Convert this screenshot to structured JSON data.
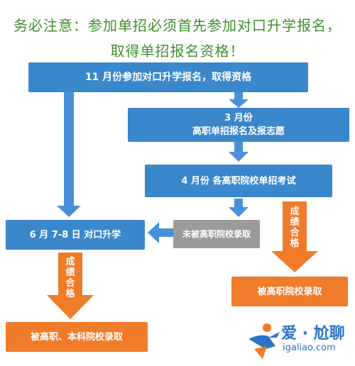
{
  "notice": {
    "line1": "务必注意：参加单招必须首先参加对口升学报名，",
    "line2": "取得单招报名资格！"
  },
  "steps": {
    "step1": "11 月份参加对口升学报名，取得资格",
    "step2_line1": "3 月份",
    "step2_line2": "高职单招报名及报志愿",
    "step3": "4 月份  各高职院校单招考试",
    "not_admitted": "未被高职院校录取",
    "duikou": "6 月 7-8 日  对口升学",
    "admitted_vocational": "被高职院校录取",
    "admitted_final": "被高职、本科院校录取"
  },
  "arrow_labels": {
    "right_orange": "成\n绩\n合\n格",
    "bottom_orange": "成\n绩\n合\n格"
  },
  "watermark": {
    "brand": "爱 · 尬聊",
    "url": "igaliao.com"
  },
  "colors": {
    "title_green": "#3f8f2c",
    "blue": "#3a87cc",
    "gray": "#9b9b9b",
    "orange": "#f07b29",
    "arrow_blue": "#4a90d9"
  }
}
